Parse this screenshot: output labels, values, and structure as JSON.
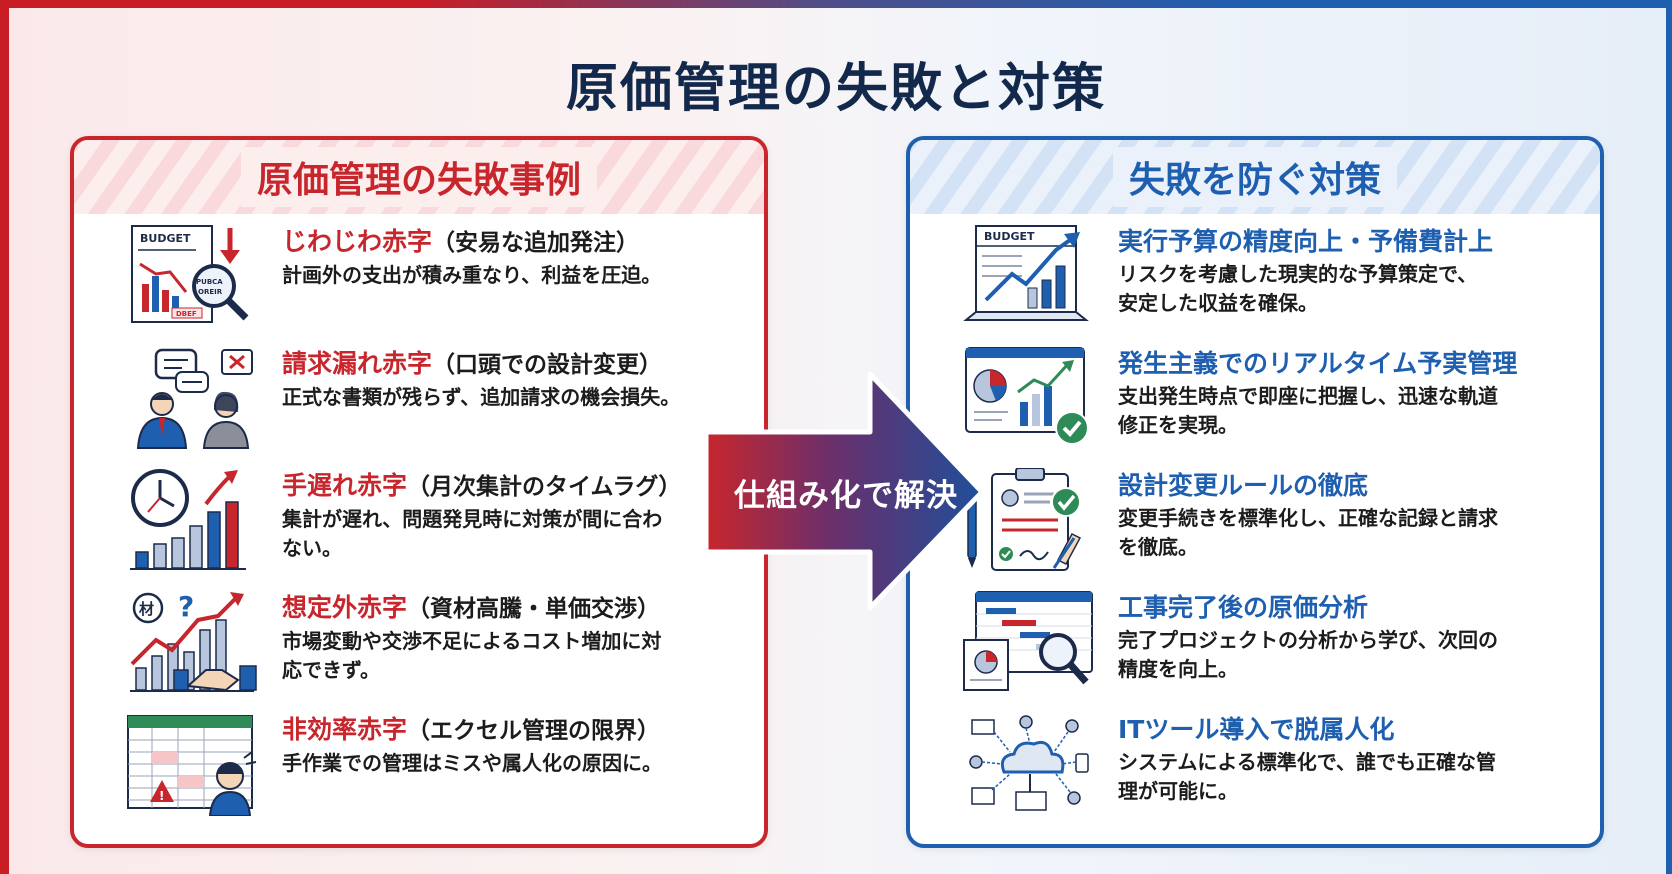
{
  "title": "原価管理の失敗と対策",
  "left_panel": {
    "title": "原価管理の失敗事例",
    "items": [
      {
        "headline": "じわじわ赤字",
        "sub": "（安易な追加発注）",
        "desc": [
          "計画外の支出が積み重なり、利益を圧迫。"
        ],
        "icon": "budget-magnifier-icon",
        "icon_texts": {
          "budget": "BUDGET",
          "lens": "PUBCA OREIR",
          "tag": "DBEF"
        }
      },
      {
        "headline": "請求漏れ赤字",
        "sub": "（口頭での設計変更）",
        "desc": [
          "正式な書類が残らず、追加請求の機会損失。"
        ],
        "icon": "conversation-people-icon"
      },
      {
        "headline": "手遅れ赤字",
        "sub": "（月次集計のタイムラグ）",
        "desc": [
          "集計が遅れ、問題発見時に対策が間に合わ",
          "ない。"
        ],
        "icon": "clock-chart-icon"
      },
      {
        "headline": "想定外赤字",
        "sub": "（資材高騰・単価交渉）",
        "desc": [
          "市場変動や交渉不足によるコスト増加に対",
          "応できず。"
        ],
        "icon": "rising-cost-handshake-icon",
        "icon_texts": {
          "material": "材",
          "question": "?"
        }
      },
      {
        "headline": "非効率赤字",
        "sub": "（エクセル管理の限界）",
        "desc": [
          "手作業での管理はミスや属人化の原因に。"
        ],
        "icon": "spreadsheet-stress-icon"
      }
    ]
  },
  "arrow": {
    "label": "仕組み化で解決"
  },
  "right_panel": {
    "title": "失敗を防ぐ対策",
    "items": [
      {
        "headline": "実行予算の精度向上・予備費計上",
        "desc": [
          "リスクを考慮した現実的な予算策定で、",
          "安定した収益を確保。"
        ],
        "icon": "budget-growth-icon",
        "icon_texts": {
          "budget": "BUDGET"
        }
      },
      {
        "headline": "発生主義でのリアルタイム予実管理",
        "desc": [
          "支出発生時点で即座に把握し、迅速な軌道",
          "修正を実現。"
        ],
        "icon": "dashboard-check-icon"
      },
      {
        "headline": "設計変更ルールの徹底",
        "desc": [
          "変更手続きを標準化し、正確な記録と請求",
          "を徹底。"
        ],
        "icon": "clipboard-signature-icon"
      },
      {
        "headline": "工事完了後の原価分析",
        "desc": [
          "完了プロジェクトの分析から学び、次回の",
          "精度を向上。"
        ],
        "icon": "gantt-analysis-icon"
      },
      {
        "headline": "ITツール導入で脱属人化",
        "desc": [
          "システムによる標準化で、誰でも正確な管",
          "理が可能に。"
        ],
        "icon": "cloud-network-icon"
      }
    ]
  },
  "colors": {
    "red": "#c8262d",
    "blue": "#1f5fb0",
    "navy": "#13294b"
  }
}
